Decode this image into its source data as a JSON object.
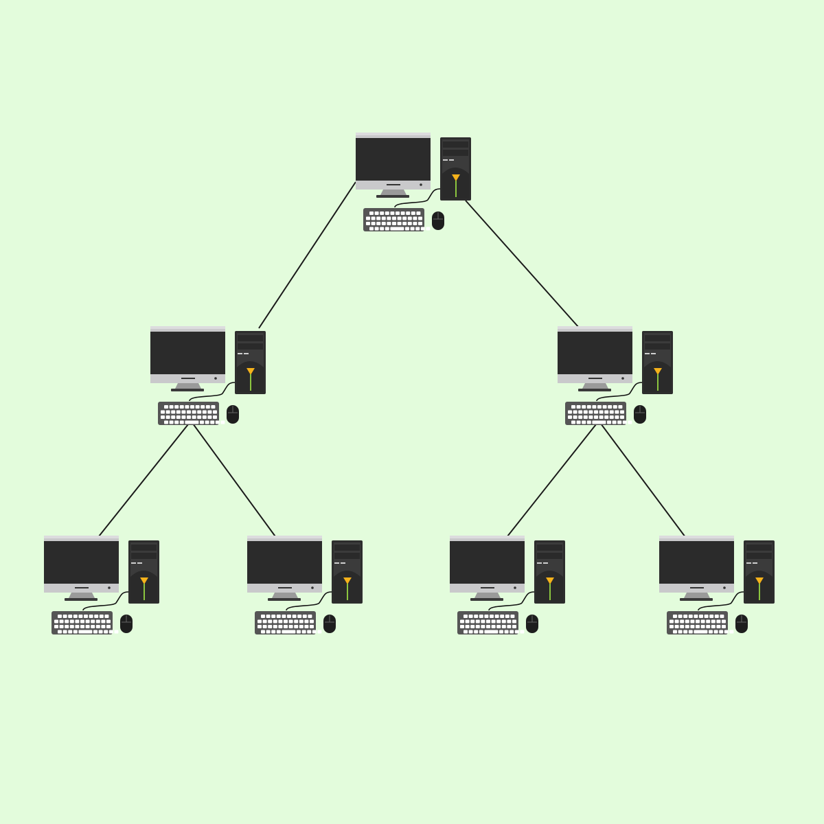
{
  "diagram": {
    "type": "tree-network-topology",
    "colors": {
      "background": "#e3fcdc",
      "link": "#1a1a1a",
      "monitor_frame": "#c9c9cb",
      "screen": "#2b2b2b",
      "tower": "#2d2d2d",
      "power_led": "#f5b21b",
      "led_strip": "#8cc63f",
      "keyboard": "#555555",
      "key": "#ffffff"
    },
    "nodes": [
      {
        "id": "root",
        "icon": "desktop-computer-icon"
      },
      {
        "id": "mid-left",
        "icon": "desktop-computer-icon"
      },
      {
        "id": "mid-right",
        "icon": "desktop-computer-icon"
      },
      {
        "id": "leaf-1",
        "icon": "desktop-computer-icon"
      },
      {
        "id": "leaf-2",
        "icon": "desktop-computer-icon"
      },
      {
        "id": "leaf-3",
        "icon": "desktop-computer-icon"
      },
      {
        "id": "leaf-4",
        "icon": "desktop-computer-icon"
      }
    ],
    "edges": [
      {
        "from": "root",
        "to": "mid-left"
      },
      {
        "from": "root",
        "to": "mid-right"
      },
      {
        "from": "mid-left",
        "to": "leaf-1"
      },
      {
        "from": "mid-left",
        "to": "leaf-2"
      },
      {
        "from": "mid-right",
        "to": "leaf-3"
      },
      {
        "from": "mid-right",
        "to": "leaf-4"
      }
    ]
  }
}
